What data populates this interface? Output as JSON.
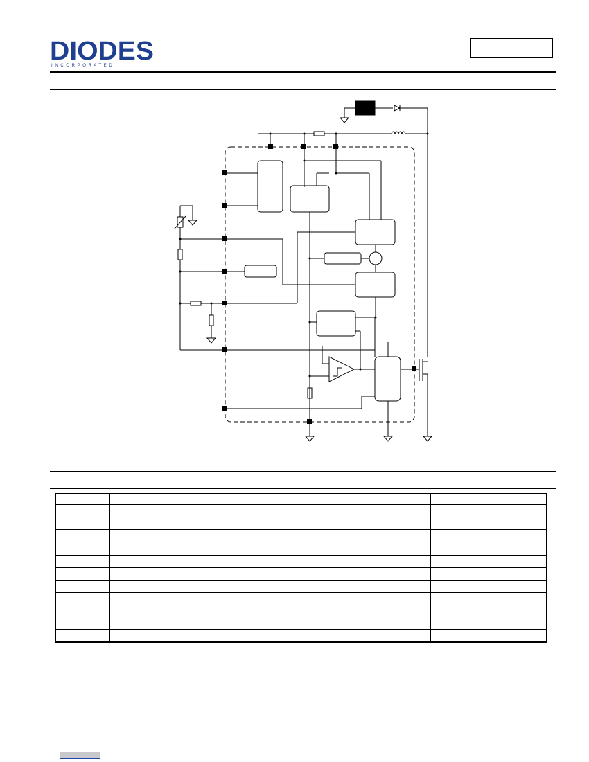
{
  "header": {
    "logo_text": "DIODES",
    "logo_subtext": "I N C O R P O R A T E D",
    "part_number": ""
  },
  "sections": {
    "block_diagram_title": "",
    "pin_table_title": ""
  },
  "pin_table": {
    "columns": [
      "",
      "",
      "",
      ""
    ],
    "rows": [
      [
        "",
        "",
        "",
        ""
      ],
      [
        "",
        "",
        "",
        ""
      ],
      [
        "",
        "",
        "",
        ""
      ],
      [
        "",
        "",
        "",
        ""
      ],
      [
        "",
        "",
        "",
        ""
      ],
      [
        "",
        "",
        "",
        ""
      ],
      [
        "",
        "",
        "",
        ""
      ],
      [
        "",
        "",
        "",
        ""
      ],
      [
        "",
        "",
        "",
        ""
      ],
      [
        "",
        "",
        "",
        ""
      ]
    ]
  },
  "colors": {
    "logo_blue": "#1f3f8f",
    "ink": "#000000",
    "footer_link": "#c8c8cc"
  },
  "icons": [
    "diodes-logo",
    "ground-symbol",
    "resistor-symbol",
    "inductor-symbol",
    "diode-symbol",
    "comparator-symbol",
    "mosfet-symbol",
    "thermistor-symbol"
  ]
}
